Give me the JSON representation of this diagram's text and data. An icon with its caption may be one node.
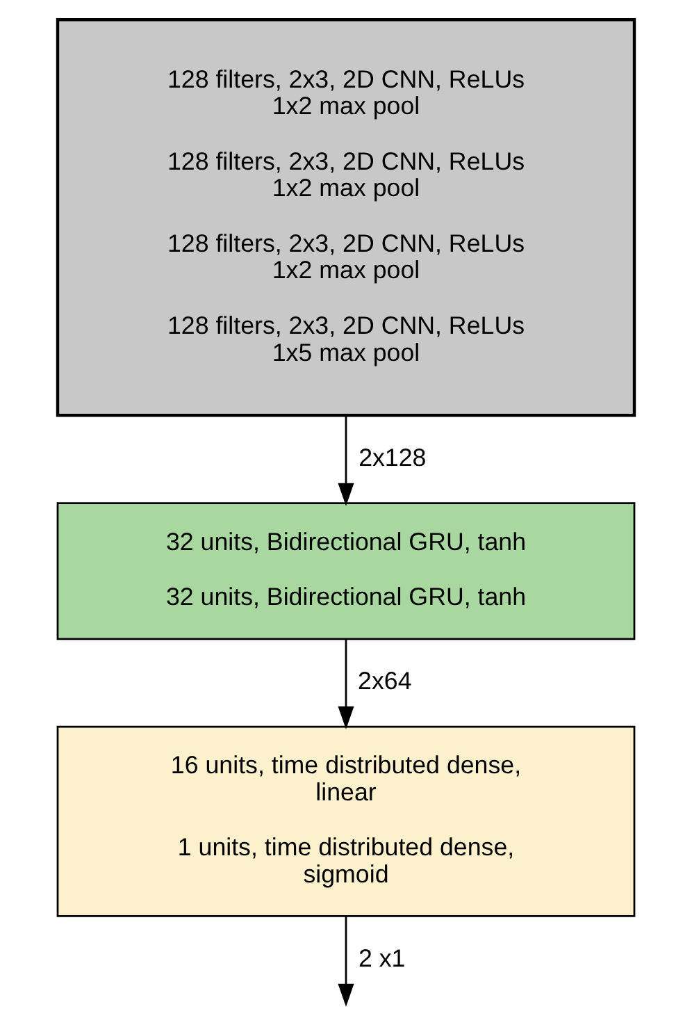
{
  "diagram": {
    "nodes": [
      {
        "text": [
          "128 filters, 2x3, 2D CNN, ReLUs 1x2 max pool",
          "128 filters, 2x3, 2D CNN, ReLUs 1x2 max pool",
          "128 filters, 2x3, 2D CNN, ReLUs 1x2 max pool",
          "128 filters, 2x3, 2D CNN, ReLUs 1x5 max pool"
        ]
      },
      {
        "text": [
          "32 units, Bidirectional GRU, tanh",
          "32 units, Bidirectional GRU, tanh"
        ]
      },
      {
        "text": [
          "16 units, time distributed dense, linear",
          "1 units, time distributed dense, sigmoid"
        ]
      }
    ],
    "edges": [
      {
        "from": 0,
        "to": 1,
        "arrow": "to",
        "label": "2x128"
      },
      {
        "from": 1,
        "to": 2,
        "arrow": "to",
        "label": "2x64"
      },
      {
        "from": 2,
        "to": null,
        "arrow": "to",
        "label": "2 x1"
      }
    ]
  }
}
